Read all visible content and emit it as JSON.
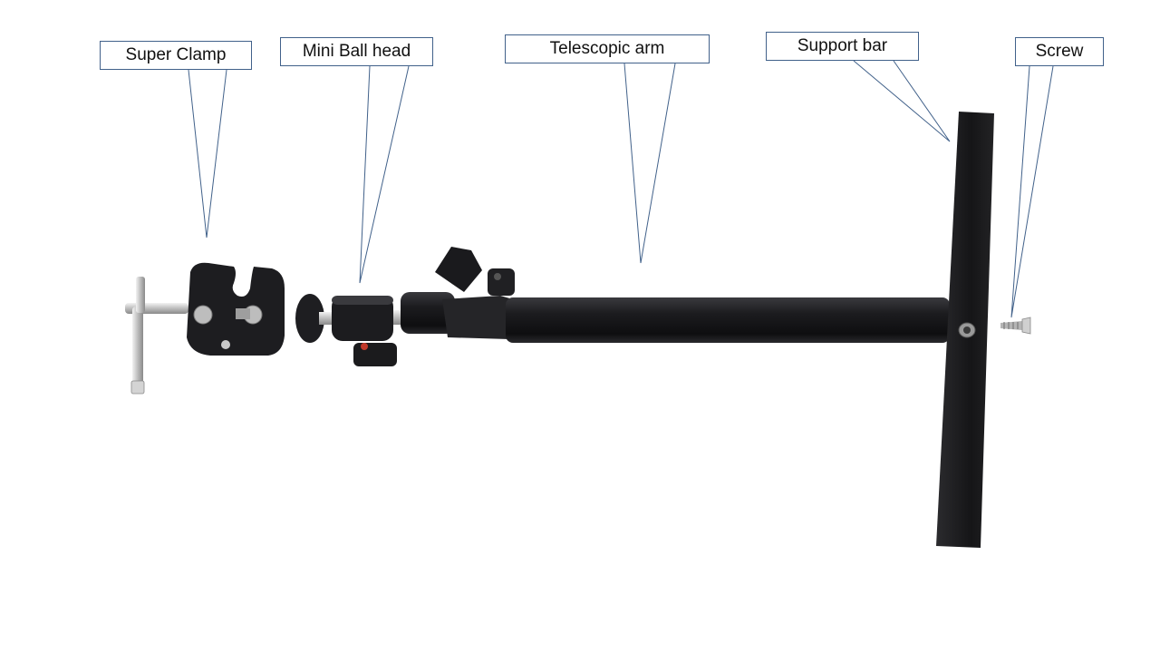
{
  "labels": {
    "super_clamp": "Super Clamp",
    "mini_ball_head": "Mini Ball head",
    "telescopic_arm": "Telescopic arm",
    "support_bar": "Support bar",
    "screw": "Screw"
  },
  "colors": {
    "callout_border": "#41618a",
    "leader_line": "#41618a",
    "metal_black": "#1b1b1d",
    "steel": "#c9c9c9",
    "background": "#ffffff"
  }
}
